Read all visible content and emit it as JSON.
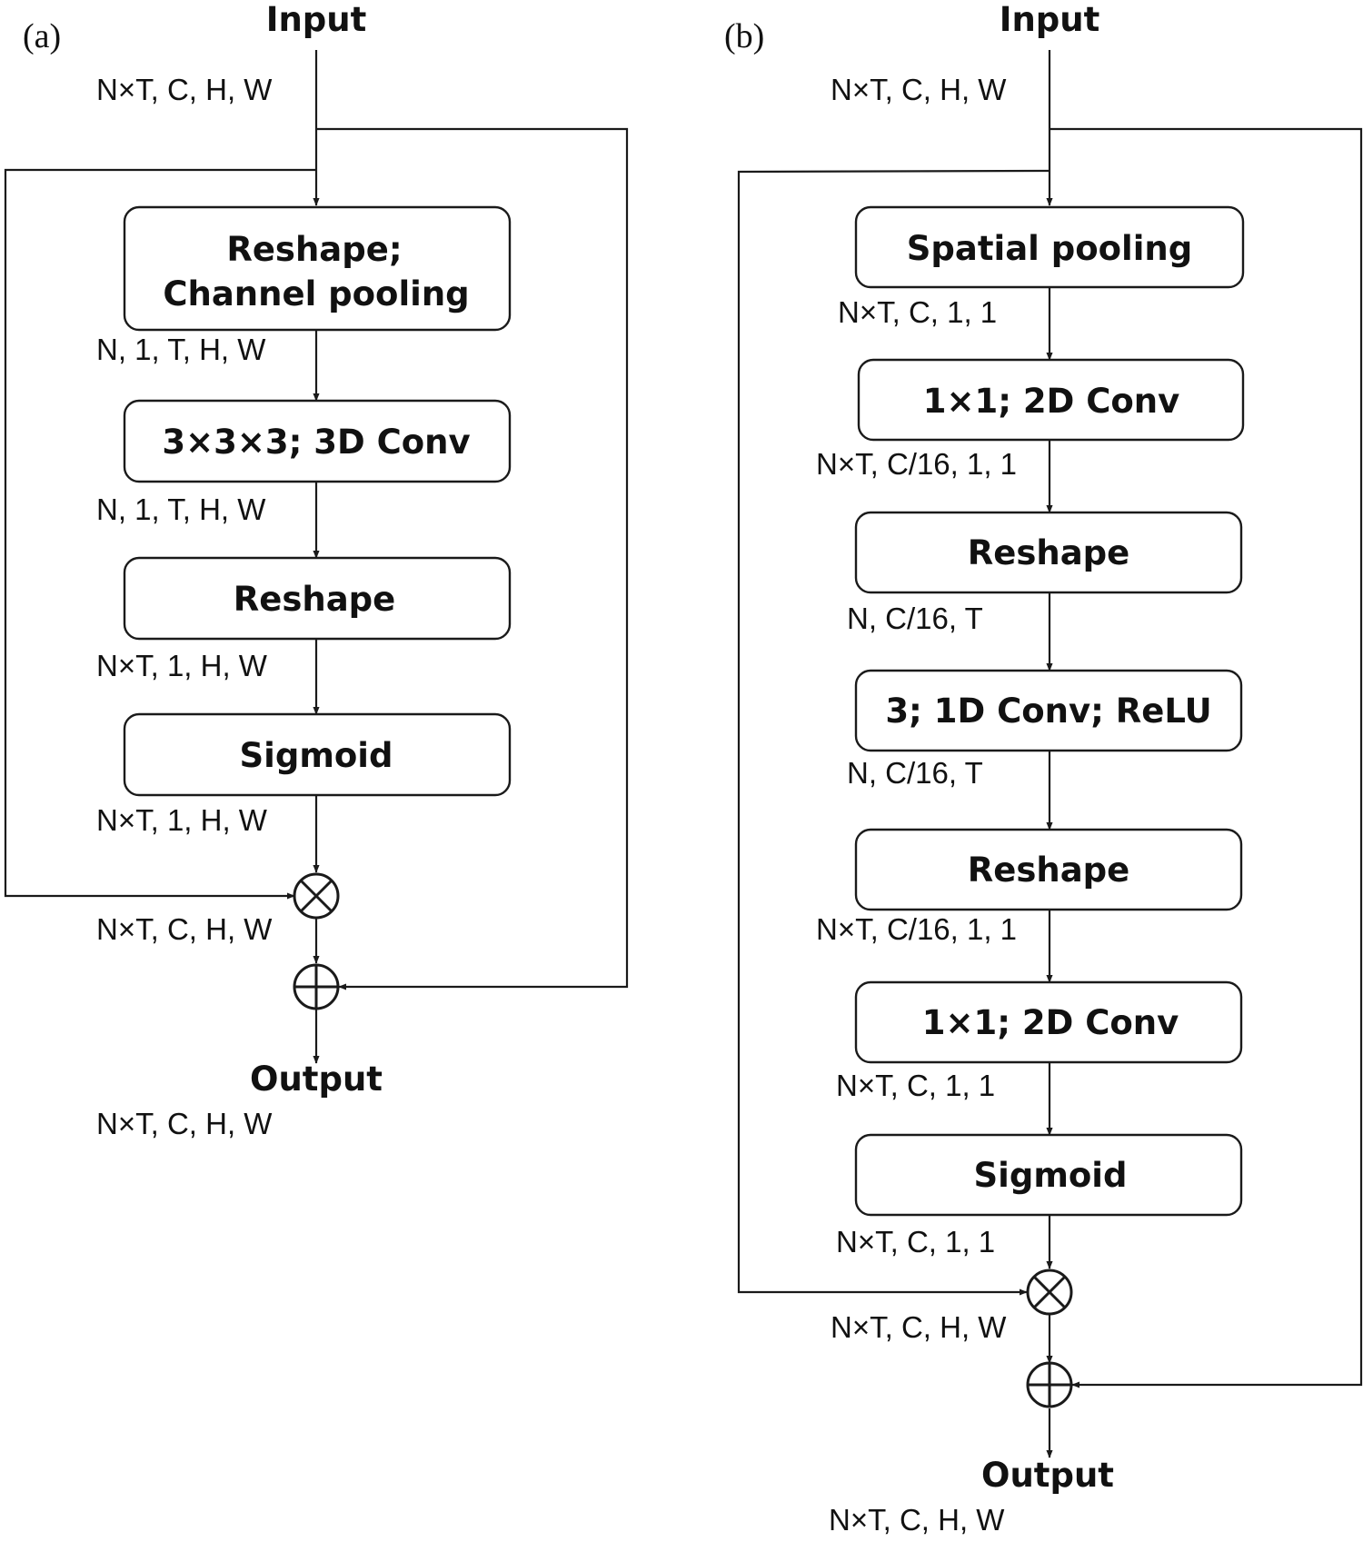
{
  "panel_a": {
    "label": "(a)",
    "input_label": "Input",
    "output_label": "Output",
    "input_dims": "N×T, C, H, W",
    "blocks": [
      {
        "lines": [
          "Reshape;",
          "Channel pooling"
        ],
        "dims_after": "N, 1, T, H, W"
      },
      {
        "lines": [
          "3×3×3; 3D Conv"
        ],
        "dims_after": "N, 1, T, H, W"
      },
      {
        "lines": [
          "Reshape"
        ],
        "dims_after": "N×T, 1, H, W"
      },
      {
        "lines": [
          "Sigmoid"
        ],
        "dims_after": "N×T, 1, H, W"
      }
    ],
    "multiply_dims": "N×T, C, H, W",
    "output_dims": "N×T, C, H, W"
  },
  "panel_b": {
    "label": "(b)",
    "input_label": "Input",
    "output_label": "Output",
    "input_dims": "N×T, C, H, W",
    "blocks": [
      {
        "lines": [
          "Spatial pooling"
        ],
        "dims_after": "N×T, C, 1, 1"
      },
      {
        "lines": [
          "1×1; 2D Conv"
        ],
        "dims_after": "N×T, C/16, 1, 1"
      },
      {
        "lines": [
          "Reshape"
        ],
        "dims_after": "N, C/16, T"
      },
      {
        "lines": [
          "3; 1D Conv; ReLU"
        ],
        "dims_after": "N, C/16, T"
      },
      {
        "lines": [
          "Reshape"
        ],
        "dims_after": "N×T, C/16, 1, 1"
      },
      {
        "lines": [
          "1×1; 2D Conv"
        ],
        "dims_after": "N×T, C, 1, 1"
      },
      {
        "lines": [
          "Sigmoid"
        ],
        "dims_after": "N×T, C, 1, 1"
      }
    ],
    "multiply_dims": "N×T, C, H, W",
    "output_dims": "N×T, C, H, W"
  }
}
